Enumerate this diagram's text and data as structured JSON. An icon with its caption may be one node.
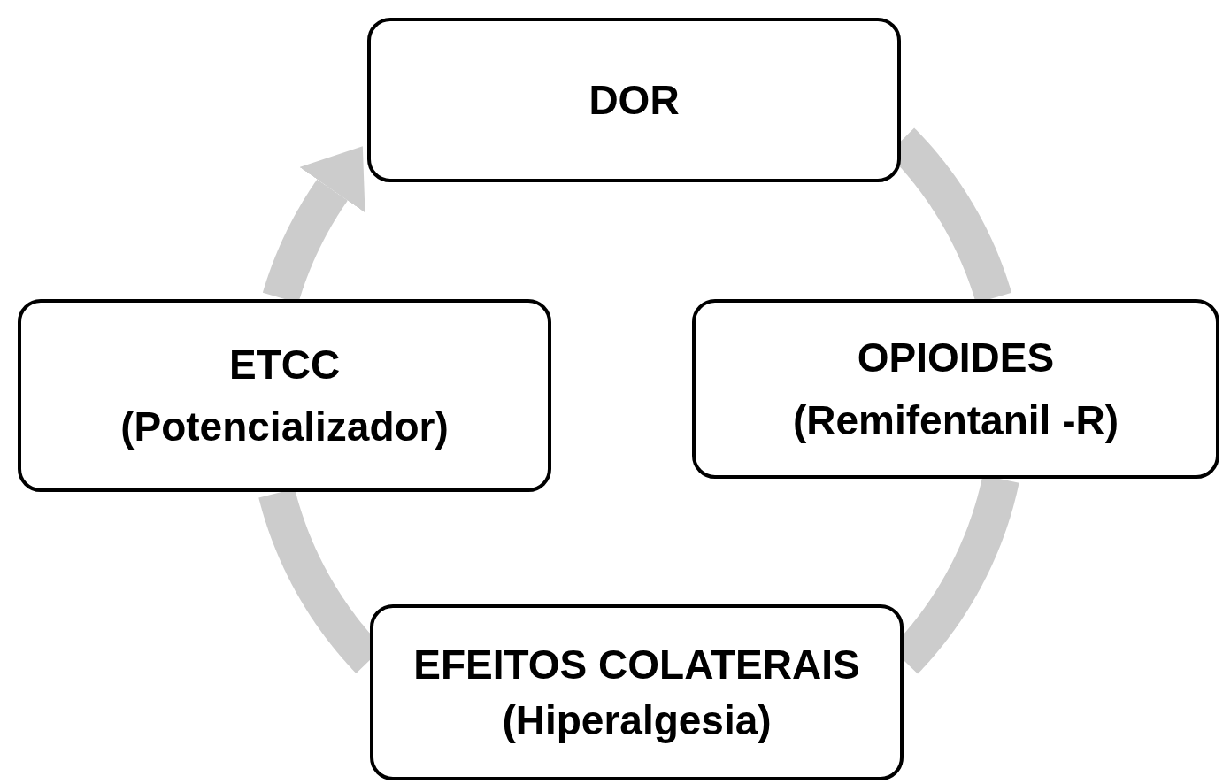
{
  "diagram": {
    "nodes": [
      {
        "text": [
          "DOR"
        ]
      },
      {
        "text": [
          "OPIOIDES",
          "(Remifentanil -R)"
        ]
      },
      {
        "text": [
          "EFEITOS COLATERAIS",
          "(Hiperalgesia)"
        ]
      },
      {
        "text": [
          "ETCC",
          "(Potencializador)"
        ]
      }
    ],
    "edges": [
      {
        "from": 0,
        "to": 1,
        "arrow": "none"
      },
      {
        "from": 1,
        "to": 2,
        "arrow": "none"
      },
      {
        "from": 2,
        "to": 3,
        "arrow": "none"
      },
      {
        "from": 3,
        "to": 0,
        "arrow": "to"
      }
    ]
  }
}
